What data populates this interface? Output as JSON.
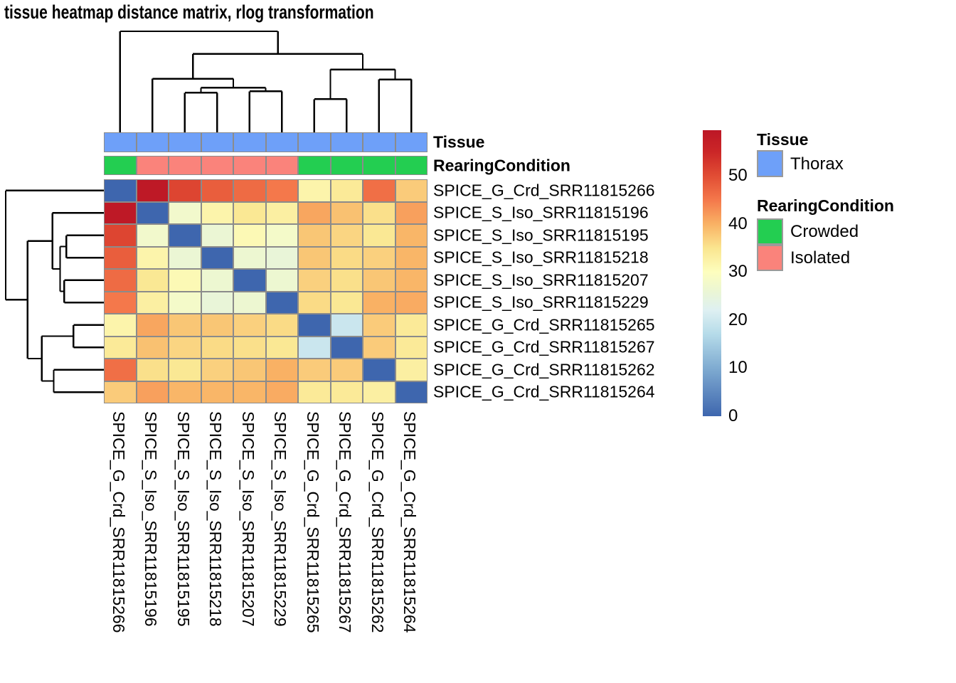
{
  "title": "tissue heatmap distance matrix, rlog transformation",
  "chart_data": {
    "type": "heatmap",
    "samples": [
      "SPICE_G_Crd_SRR11815266",
      "SPICE_S_Iso_SRR11815196",
      "SPICE_S_Iso_SRR11815195",
      "SPICE_S_Iso_SRR11815218",
      "SPICE_S_Iso_SRR11815207",
      "SPICE_S_Iso_SRR11815229",
      "SPICE_G_Crd_SRR11815265",
      "SPICE_G_Crd_SRR11815267",
      "SPICE_G_Crd_SRR11815262",
      "SPICE_G_Crd_SRR11815264"
    ],
    "matrix": [
      [
        0,
        59,
        51,
        48,
        46.5,
        45,
        32,
        34,
        46,
        37.5
      ],
      [
        59,
        0,
        27.5,
        32,
        34.5,
        33,
        41,
        38.5,
        35.5,
        41.5
      ],
      [
        51,
        27.5,
        0,
        26,
        31,
        28,
        38,
        36.5,
        34.5,
        39.5
      ],
      [
        48,
        32,
        26,
        0,
        26.5,
        25.5,
        38,
        36,
        37,
        39.5
      ],
      [
        46.5,
        34.5,
        31,
        26.5,
        0,
        26.5,
        37,
        35.5,
        38,
        39.5
      ],
      [
        45,
        33,
        28,
        25.5,
        26.5,
        0,
        36,
        34.5,
        40,
        40.5
      ],
      [
        32,
        41,
        38,
        38,
        37,
        36,
        0,
        19.5,
        37.5,
        34
      ],
      [
        34,
        38.5,
        36.5,
        36,
        35.5,
        34.5,
        19.5,
        0,
        37.5,
        34
      ],
      [
        46,
        35.5,
        34.5,
        37,
        38,
        40,
        37.5,
        37.5,
        0,
        33
      ],
      [
        37.5,
        41.5,
        39.5,
        39.5,
        39.5,
        40.5,
        34,
        34,
        33,
        0
      ]
    ],
    "value_range": [
      0,
      59.5
    ],
    "colorbar_ticks": [
      50,
      40,
      30,
      20,
      10,
      0
    ],
    "color_stops": [
      {
        "v": 0,
        "c": "#3E66AE"
      },
      {
        "v": 10,
        "c": "#7FABD1"
      },
      {
        "v": 17,
        "c": "#B5DBE9"
      },
      {
        "v": 22,
        "c": "#DEF0F2"
      },
      {
        "v": 26,
        "c": "#EBF6D4"
      },
      {
        "v": 30,
        "c": "#FDFEBE"
      },
      {
        "v": 35,
        "c": "#FAE58F"
      },
      {
        "v": 40,
        "c": "#F9B164"
      },
      {
        "v": 45,
        "c": "#F4784B"
      },
      {
        "v": 50,
        "c": "#E14D34"
      },
      {
        "v": 55,
        "c": "#CB2627"
      },
      {
        "v": 59.5,
        "c": "#BC1726"
      }
    ],
    "annotations": {
      "tissue_label": "Tissue",
      "rearing_label": "RearingCondition",
      "tissue": [
        "Thorax",
        "Thorax",
        "Thorax",
        "Thorax",
        "Thorax",
        "Thorax",
        "Thorax",
        "Thorax",
        "Thorax",
        "Thorax"
      ],
      "rearing": [
        "Crowded",
        "Isolated",
        "Isolated",
        "Isolated",
        "Isolated",
        "Isolated",
        "Crowded",
        "Crowded",
        "Crowded",
        "Crowded"
      ]
    },
    "annotation_colors": {
      "Thorax": "#6EA0F9",
      "Crowded": "#23CE51",
      "Isolated": "#FA837B"
    },
    "col_dendrogram": {
      "h": 1.0,
      "ch": [
        {
          "leaf": 0
        },
        {
          "h": 0.776,
          "ch": [
            {
              "h": 0.531,
              "ch": [
                {
                  "leaf": 1
                },
                {
                  "h": 0.441,
                  "ch": [
                    {
                      "h": 0.392,
                      "ch": [
                        {
                          "leaf": 2
                        },
                        {
                          "leaf": 3
                        }
                      ]
                    },
                    {
                      "h": 0.406,
                      "ch": [
                        {
                          "leaf": 4
                        },
                        {
                          "leaf": 5
                        }
                      ]
                    }
                  ]
                }
              ]
            },
            {
              "h": 0.622,
              "ch": [
                {
                  "h": 0.329,
                  "ch": [
                    {
                      "leaf": 6
                    },
                    {
                      "leaf": 7
                    }
                  ]
                },
                {
                  "h": 0.524,
                  "ch": [
                    {
                      "leaf": 8
                    },
                    {
                      "leaf": 9
                    }
                  ]
                }
              ]
            }
          ]
        }
      ]
    },
    "row_dendrogram": {
      "h": 1.0,
      "ch": [
        {
          "leaf": 0
        },
        {
          "h": 0.777,
          "ch": [
            {
              "h": 0.525,
              "ch": [
                {
                  "leaf": 1
                },
                {
                  "h": 0.446,
                  "ch": [
                    {
                      "h": 0.381,
                      "ch": [
                        {
                          "leaf": 2
                        },
                        {
                          "leaf": 3
                        }
                      ]
                    },
                    {
                      "h": 0.403,
                      "ch": [
                        {
                          "leaf": 4
                        },
                        {
                          "leaf": 5
                        }
                      ]
                    }
                  ]
                }
              ]
            },
            {
              "h": 0.633,
              "ch": [
                {
                  "h": 0.309,
                  "ch": [
                    {
                      "leaf": 6
                    },
                    {
                      "leaf": 7
                    }
                  ]
                },
                {
                  "h": 0.511,
                  "ch": [
                    {
                      "leaf": 8
                    },
                    {
                      "leaf": 9
                    }
                  ]
                }
              ]
            }
          ]
        }
      ]
    }
  },
  "legend": {
    "tissue_title": "Tissue",
    "tissue_items": [
      {
        "label": "Thorax",
        "color": "#6EA0F9"
      }
    ],
    "rearing_title": "RearingCondition",
    "rearing_items": [
      {
        "label": "Crowded",
        "color": "#23CE51"
      },
      {
        "label": "Isolated",
        "color": "#FA837B"
      }
    ]
  }
}
